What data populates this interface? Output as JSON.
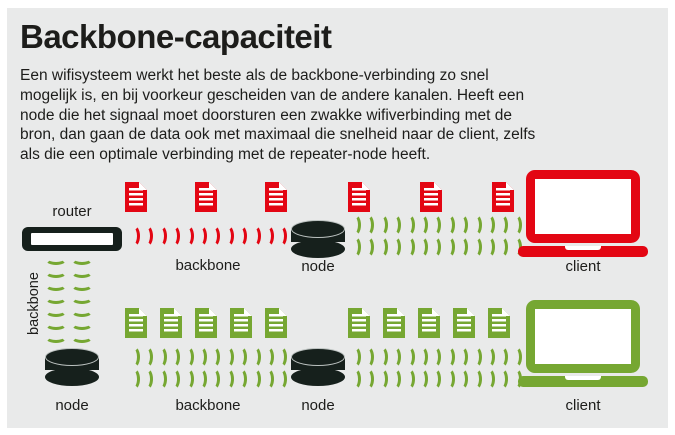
{
  "colors": {
    "red": "#e30613",
    "green": "#76a732",
    "dark": "#16201c",
    "panel_bg": "#e9eaea",
    "text": "#1d1d1b"
  },
  "title": "Backbone-capaciteit",
  "intro_lines": [
    "Een wifisysteem werkt het beste als de backbone-verbinding zo snel",
    "mogelijk is, en bij voorkeur gescheiden van de andere kanalen. Heeft een",
    "node die het signaal moet doorsturen een zwakke wifiverbinding met de",
    "bron, dan gaan de data ook met maximaal die snelheid naar de client, zelfs",
    "als die een optimale verbinding met de repeater-node heeft."
  ],
  "row1": {
    "router_label": "router",
    "backbone_label": "backbone",
    "node_label": "node",
    "client_label": "client",
    "red_docs_left_count": 3,
    "red_docs_right_count": 3,
    "red_arc_count": 12,
    "green_arc_count": 13
  },
  "vertical_link": {
    "backbone_label": "backbone",
    "arc_count": 7
  },
  "row2": {
    "node_left_label": "node",
    "backbone_label": "backbone",
    "node_mid_label": "node",
    "client_label": "client",
    "green_docs_left_count": 5,
    "green_docs_right_count": 5,
    "arc_count_left": 12,
    "arc_count_right": 13
  }
}
